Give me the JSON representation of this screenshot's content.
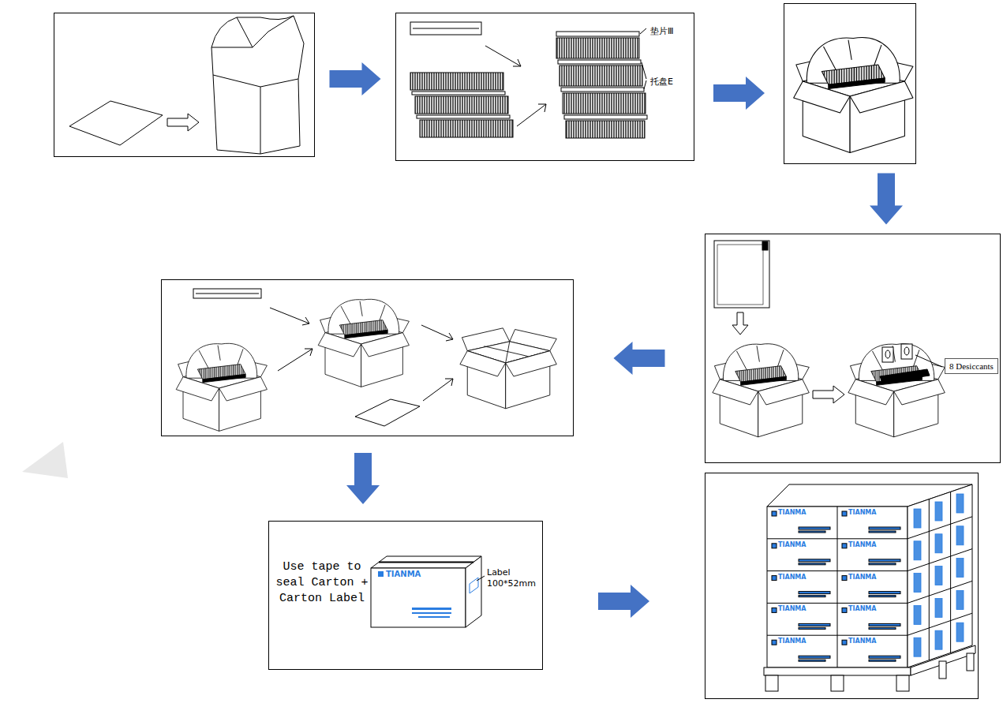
{
  "diagram": {
    "nodes": [
      {
        "text": []
      },
      {
        "text": [
          "垫片Ⅲ",
          "托盘E"
        ]
      },
      {
        "text": []
      },
      {
        "text": []
      },
      {
        "text": [
          "8 Desiccants"
        ],
        "in": 3
      },
      {
        "text": []
      },
      {
        "text": [
          "Use tape to seal Carton + Carton Label",
          "Label 100*52mm"
        ]
      },
      {
        "text": []
      }
    ],
    "edges": [
      {
        "from": 0,
        "to": 1,
        "arrow": "to"
      },
      {
        "from": 1,
        "to": 2,
        "arrow": "to"
      },
      {
        "from": 2,
        "to": 3,
        "arrow": "to"
      },
      {
        "from": 3,
        "to": 5,
        "arrow": "to"
      },
      {
        "from": 5,
        "to": 6,
        "arrow": "to"
      },
      {
        "from": 6,
        "to": 7,
        "arrow": "to"
      }
    ],
    "labels": [
      "TIANMA",
      "TIANMA",
      "TIANMA",
      "TIANMA",
      "TIANMA",
      "TIANMA",
      "TIANMA",
      "TIANMA",
      "TIANMA",
      "TIANMA",
      "TIANMA"
    ]
  }
}
